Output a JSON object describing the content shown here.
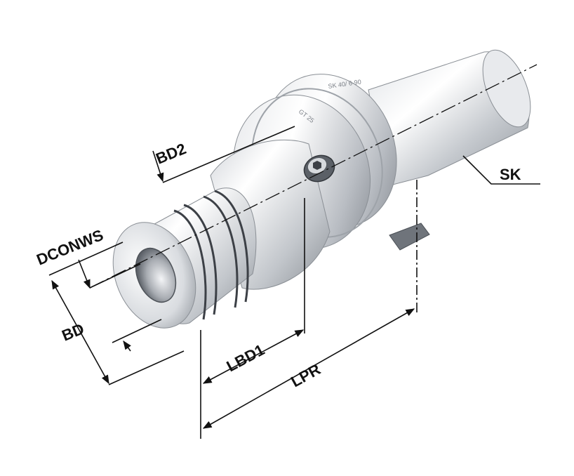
{
  "diagram": {
    "labels": {
      "bd2": "BD2",
      "dconws": "DCONWS",
      "bd": "BD",
      "lbd1": "LBD1",
      "lpr": "LPR",
      "sk": "SK"
    },
    "engravings": {
      "flange_text": "SK 40/ 6-90",
      "collar_text": "GT 25"
    },
    "colors": {
      "ink": "#111111",
      "metal_light": "#f4f5f7",
      "metal_mid": "#c9ccd1",
      "metal_dark": "#7d8289",
      "groove": "#3c4046"
    }
  }
}
